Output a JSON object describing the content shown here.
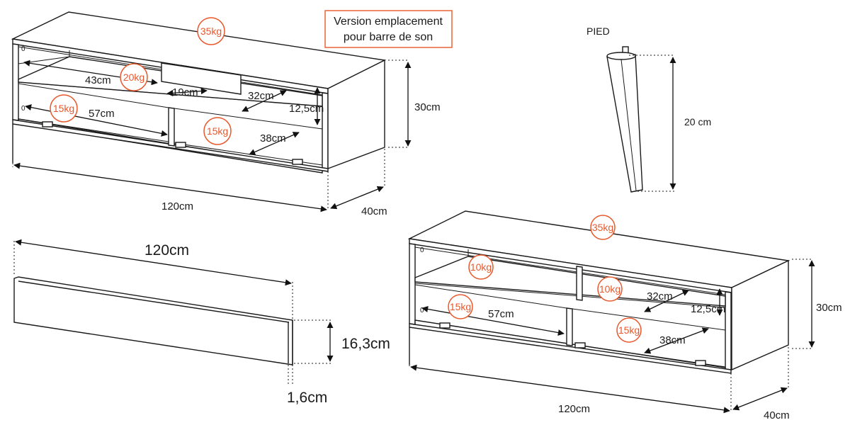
{
  "colors": {
    "accent": "#e8582c",
    "line": "#1a1a1a"
  },
  "note": {
    "line1": "Version emplacement",
    "line2": "pour barre de son"
  },
  "unit_top": {
    "weight_top": "35kg",
    "weight_shelf": "20kg",
    "weight_left": "15kg",
    "weight_right": "15kg",
    "dim_43": "43cm",
    "dim_19": "19cm",
    "dim_32": "32cm",
    "dim_12_5": "12,5cm",
    "dim_57": "57cm",
    "dim_38": "38cm",
    "height": "30cm",
    "width": "120cm",
    "depth": "40cm"
  },
  "leg": {
    "title": "PIED",
    "height": "20 cm"
  },
  "panel": {
    "width": "120cm",
    "height": "16,3cm",
    "thickness": "1,6cm"
  },
  "unit_bottom": {
    "weight_top": "35kg",
    "weight_shelf_left": "10kg",
    "weight_shelf_right": "10kg",
    "weight_left": "15kg",
    "weight_right": "15kg",
    "dim_32": "32cm",
    "dim_12_5": "12,5cm",
    "dim_57": "57cm",
    "dim_38": "38cm",
    "height": "30cm",
    "width": "120cm",
    "depth": "40cm"
  }
}
